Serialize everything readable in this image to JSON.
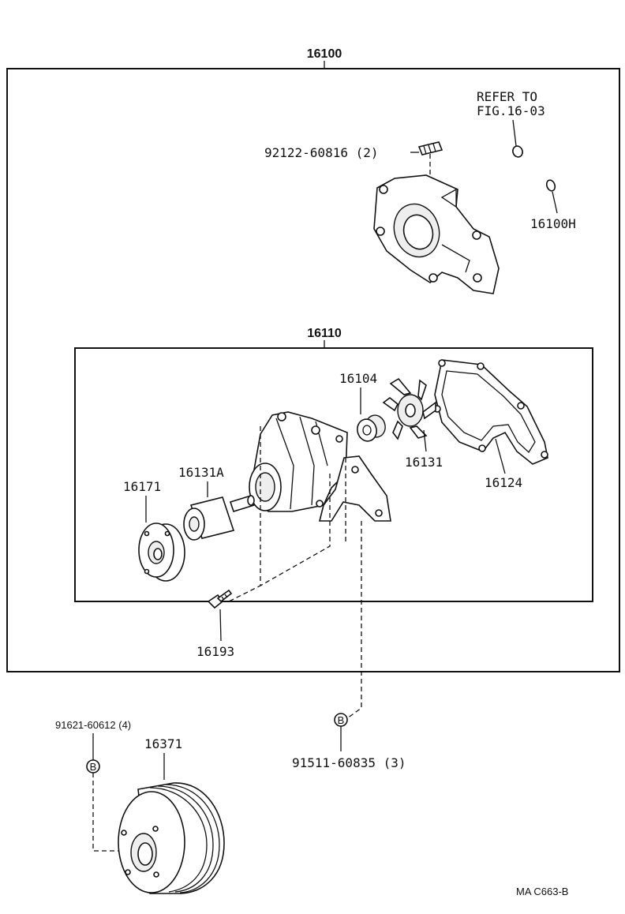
{
  "assembly_label": "16100",
  "subassembly_label": "16110",
  "refer_note": [
    "REFER TO",
    "FIG.16-03"
  ],
  "parts": {
    "stud": "92122-60816 (2)",
    "o_ring": "16100H",
    "seal_set": "16104",
    "impeller": "16131",
    "gasket": "16124",
    "flange": "16171",
    "shaft_bearing": "16131A",
    "bolt": "16193",
    "pump_bolt": "91511-60835 (3)",
    "pulley_bolt": "91621-60612 (4)",
    "pulley": "16371"
  },
  "callout_letter": "B",
  "diagram_code": "MA  C663-B"
}
